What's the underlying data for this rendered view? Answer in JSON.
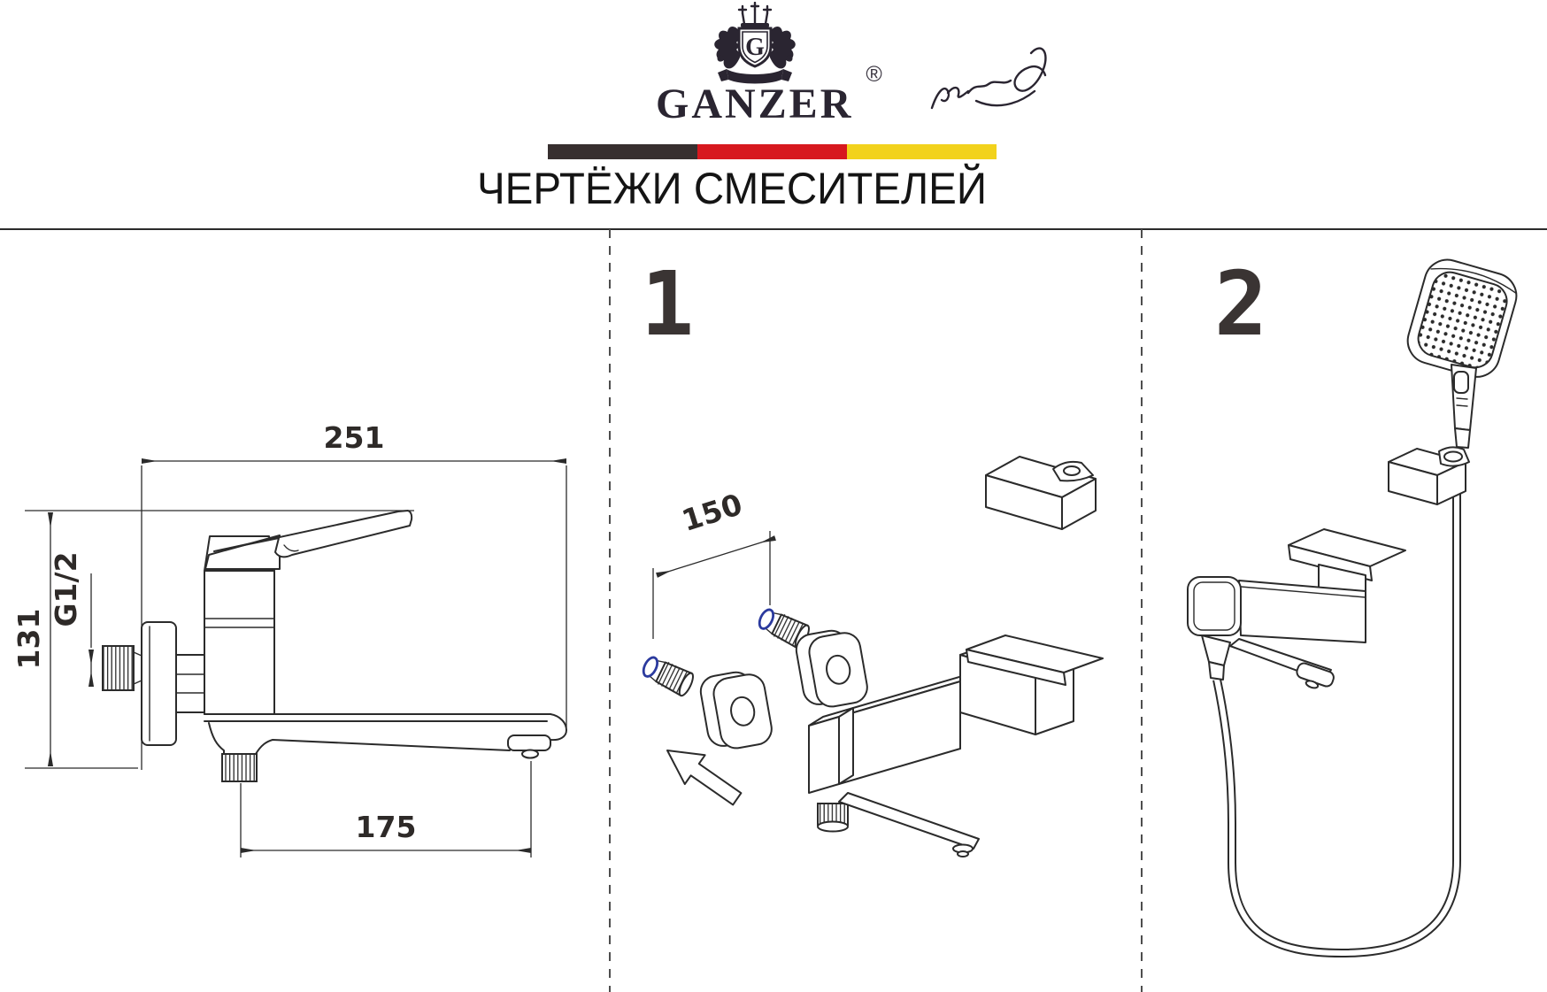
{
  "header": {
    "brand": "GANZER",
    "registered_mark": "®",
    "crest_icon": "ganzer-heraldic-crest",
    "signature_icon": "founder-signature",
    "flag_stripe_colors": [
      "#372f2f",
      "#d7181f",
      "#f2d21c"
    ],
    "title": "ЧЕРТЁЖИ СМЕСИТЕЛЕЙ"
  },
  "sheet": {
    "line_color": "#2b2b2b",
    "accent_blue": "#2b3a9e",
    "panel_left": {
      "content": "bath mixer side view with dimensions",
      "dimensions": {
        "overall_width_mm": "251",
        "overall_height_mm": "131",
        "inlet_thread": "G1/2",
        "spout_reach_mm": "175"
      }
    },
    "panel_middle": {
      "step_label": "1",
      "content": "exploded view: eccentrics, escutcheons, mixer body, mounting arrow",
      "dimensions": {
        "eccentric_spacing_mm": "150"
      }
    },
    "panel_right": {
      "step_label": "2",
      "content": "assembled mixer with hand shower, holder and hose"
    }
  }
}
